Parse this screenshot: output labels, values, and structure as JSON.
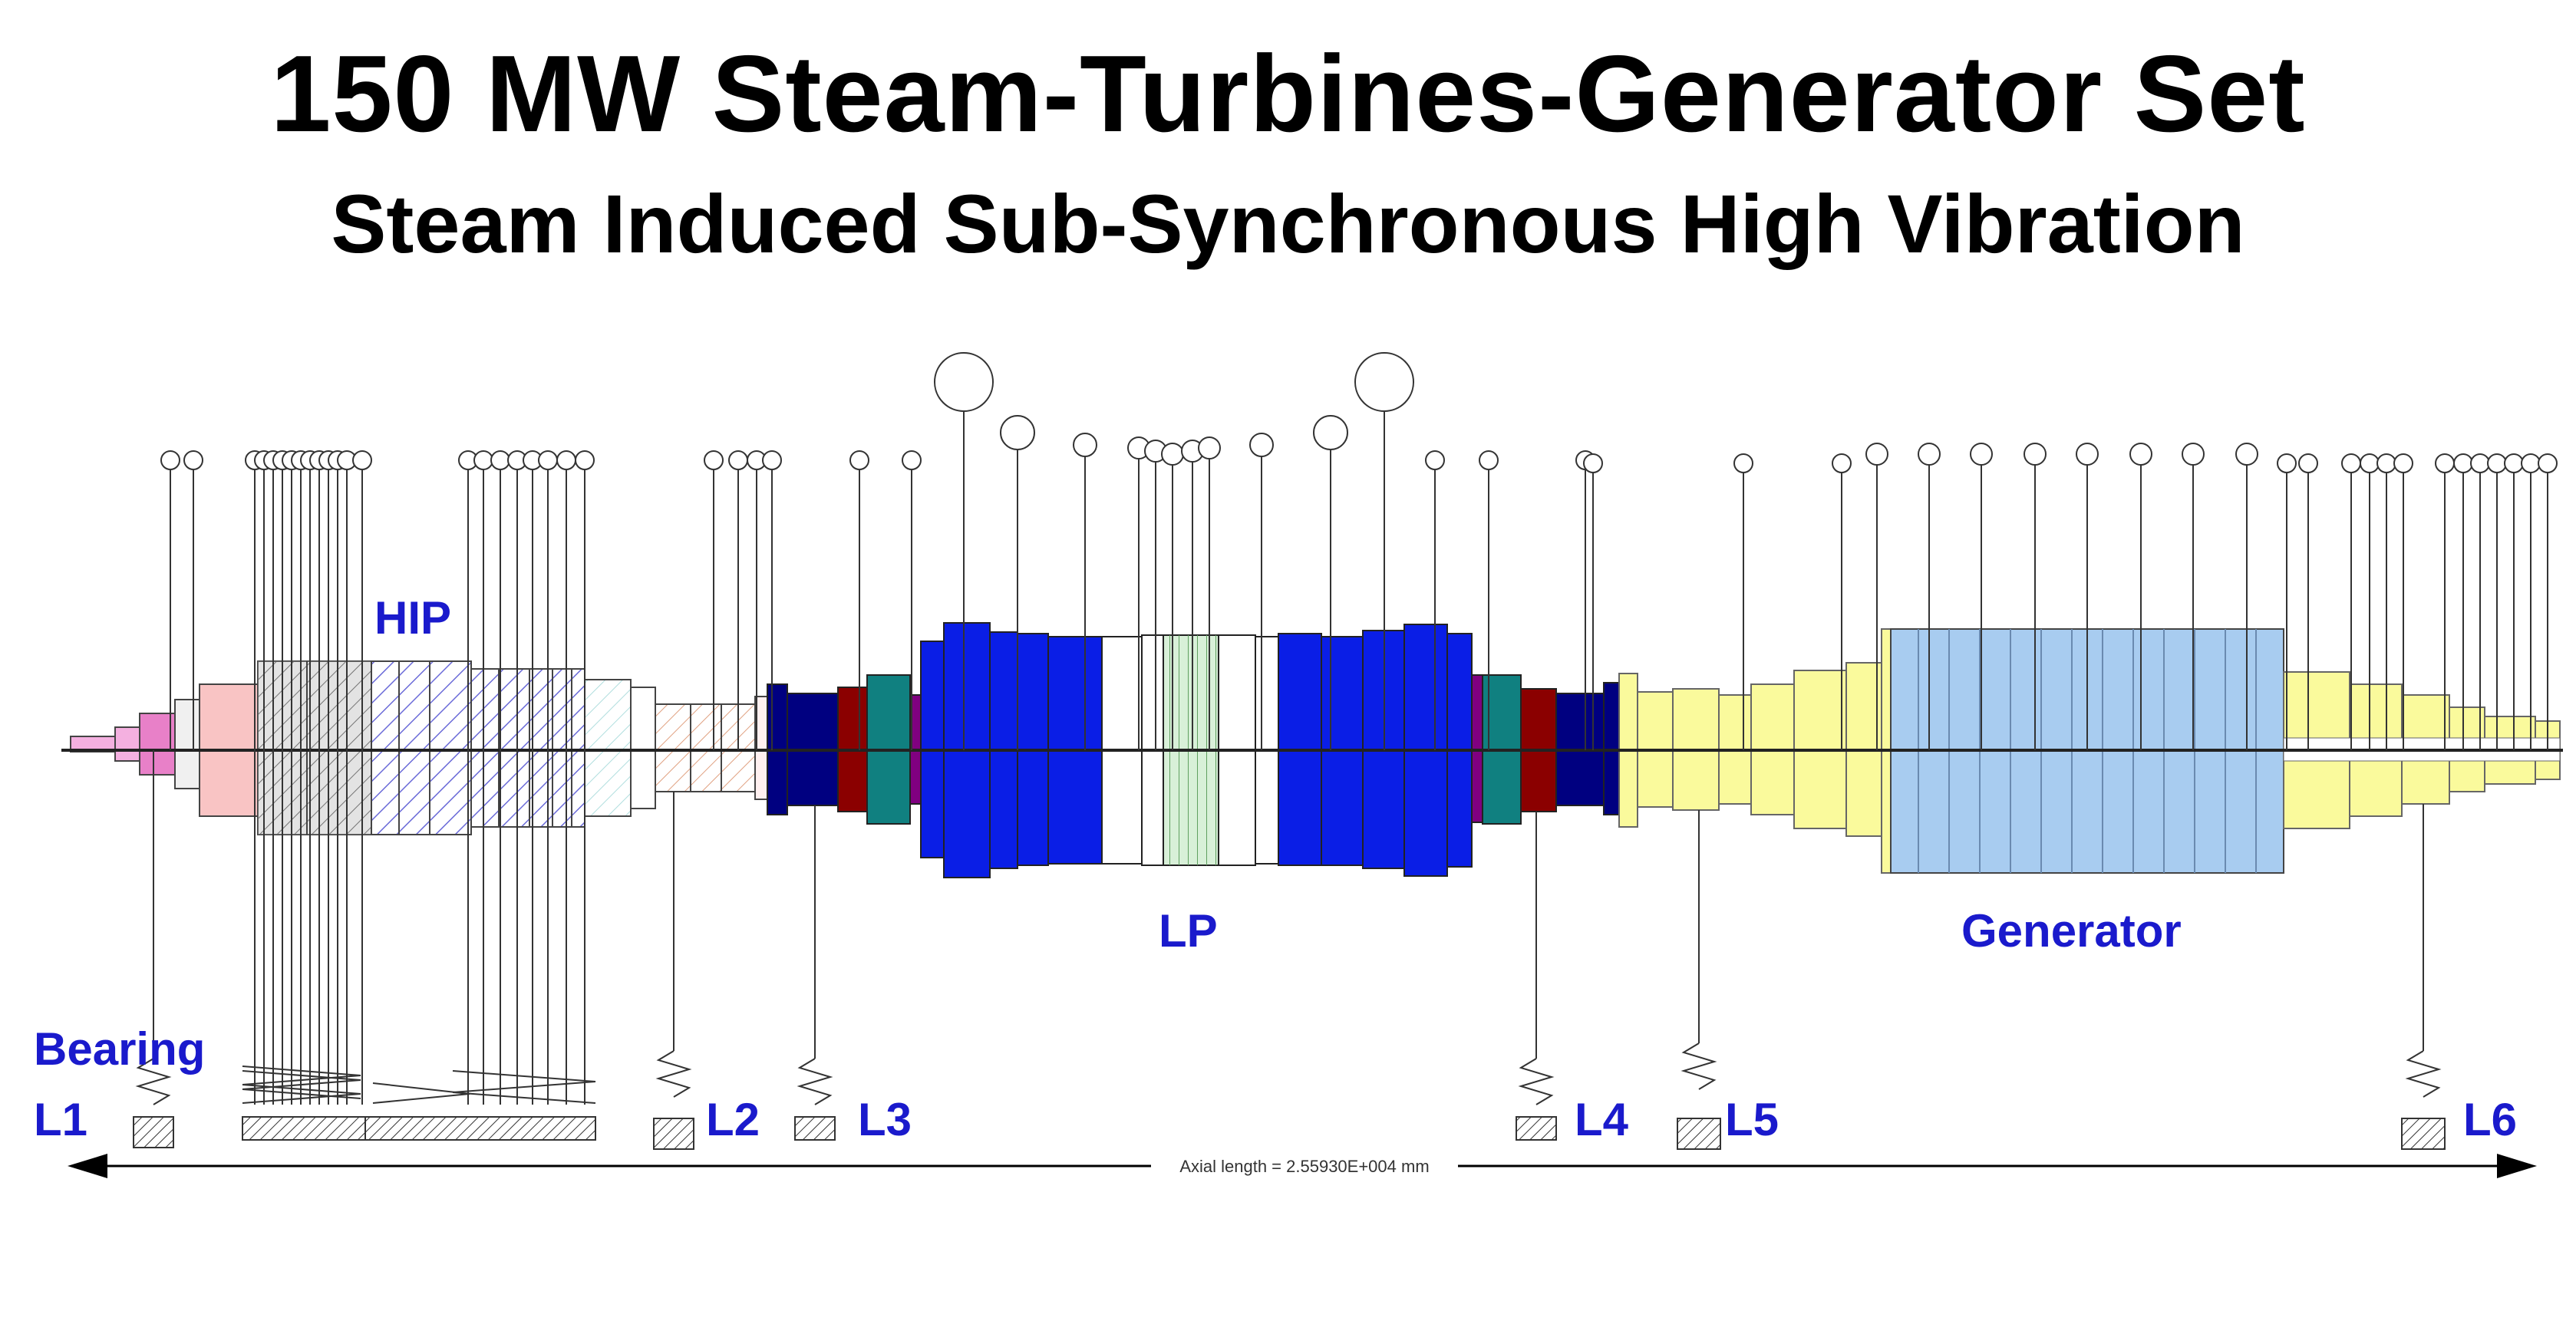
{
  "title": "150 MW Steam-Turbines-Generator Set",
  "subtitle": "Steam Induced Sub-Synchronous High Vibration",
  "labels": {
    "hip": "HIP",
    "lp": "LP",
    "generator": "Generator",
    "bearing": "Bearing"
  },
  "bearings": [
    "L1",
    "L2",
    "L3",
    "L4",
    "L5",
    "L6"
  ],
  "axial_length": "Axial length =  2.55930E+004 mm",
  "colors": {
    "label": "#1a1acc",
    "lp_blue": "#0a1ee6",
    "navy": "#000080",
    "teal": "#108080",
    "dark_red": "#8b0000",
    "generator_blue": "#a8ccf0",
    "yellow": "#fafa9c",
    "pink": "#f0a0d0"
  }
}
